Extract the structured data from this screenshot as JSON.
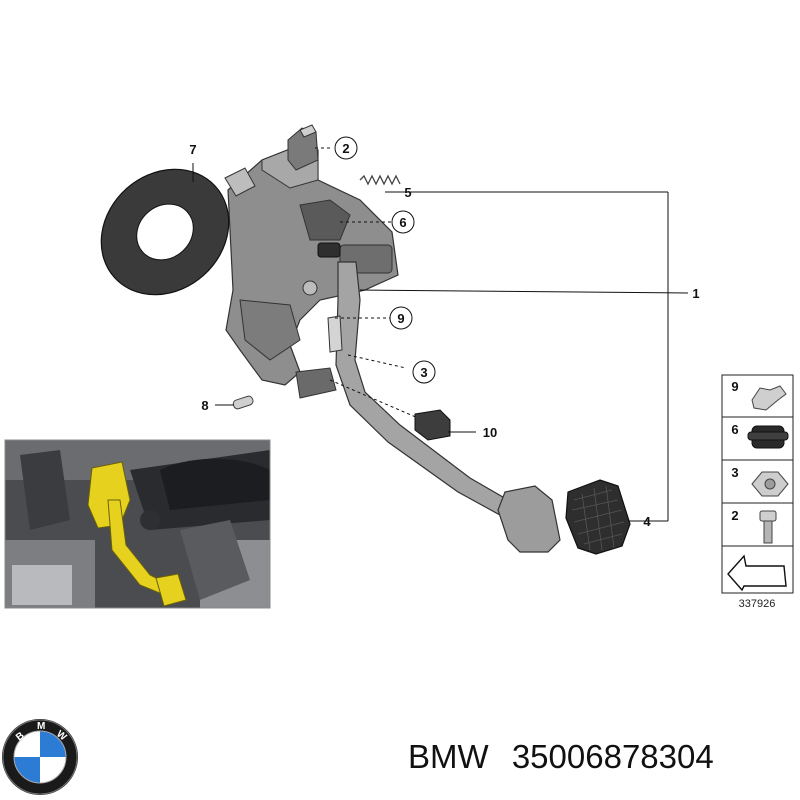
{
  "callouts": {
    "c1": "1",
    "c2": "2",
    "c3": "3",
    "c4": "4",
    "c5": "5",
    "c6": "6",
    "c7": "7",
    "c8": "8",
    "c9": "9",
    "c10": "10"
  },
  "legend": {
    "items": [
      {
        "number": "9",
        "part": "clip"
      },
      {
        "number": "6",
        "part": "rubber-bushing"
      },
      {
        "number": "3",
        "part": "hex-nut"
      },
      {
        "number": "2",
        "part": "bolt"
      }
    ],
    "diagram_number": "337926"
  },
  "footer": {
    "brand": "BMW",
    "part_number": "35006878304"
  },
  "inset": {
    "highlight_color": "#e6d21e"
  },
  "colors": {
    "line": "#111111",
    "part_fill": "#9a9a9a",
    "part_dark": "#5d5d5d",
    "rubber": "#3a3a3a",
    "logo_blue": "#2c7bd4"
  }
}
